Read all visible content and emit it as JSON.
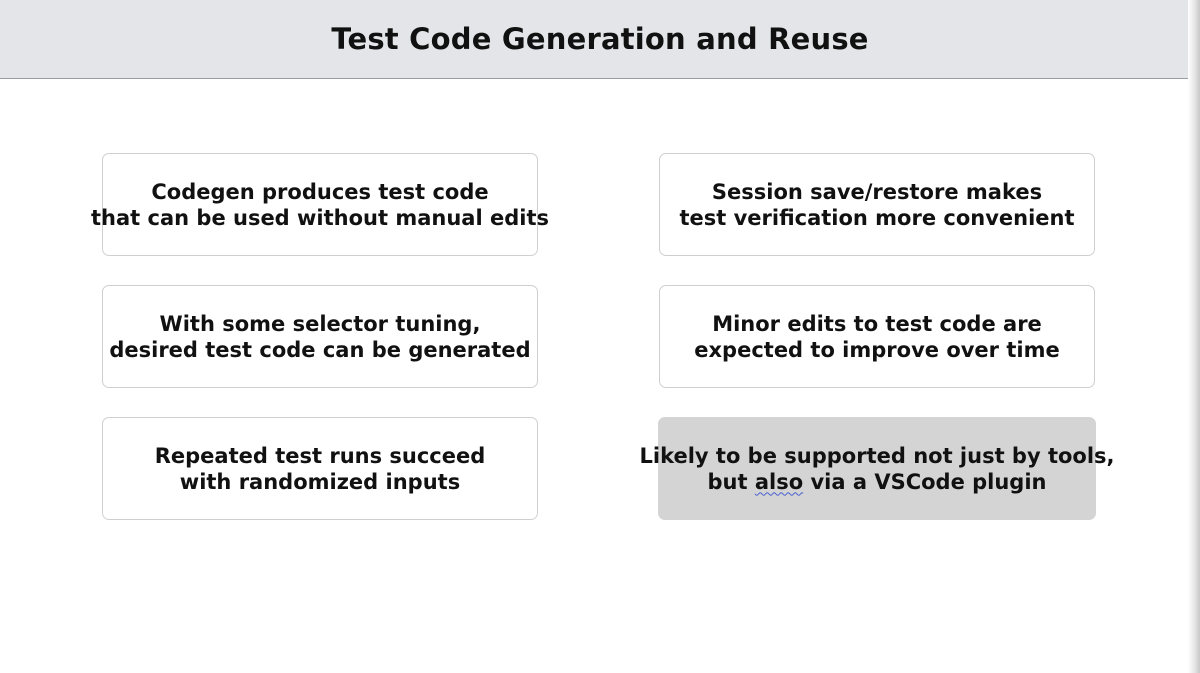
{
  "header": {
    "title": "Test Code Generation and Reuse"
  },
  "cards": [
    {
      "line1": "Codegen produces test code",
      "line2": "that can be used without manual edits"
    },
    {
      "line1": "Session save/restore makes",
      "line2": "test verification more convenient"
    },
    {
      "line1": "With some selector tuning,",
      "line2": "desired test code can be generated"
    },
    {
      "line1": "Minor edits to test code are",
      "line2": "expected to improve over time"
    },
    {
      "line1": "Repeated test runs succeed",
      "line2": "with randomized inputs"
    },
    {
      "line1": "Likely to be supported not just by tools,",
      "line2_before": "but ",
      "line2_flagged": "also",
      "line2_after": " via a VSCode plugin"
    }
  ],
  "colors": {
    "header_background": "#e3e5e8",
    "card_border": "#cfcfcf",
    "highlight_card_background": "#d4d4d4",
    "spellcheck_underline": "#4a5fd0"
  }
}
